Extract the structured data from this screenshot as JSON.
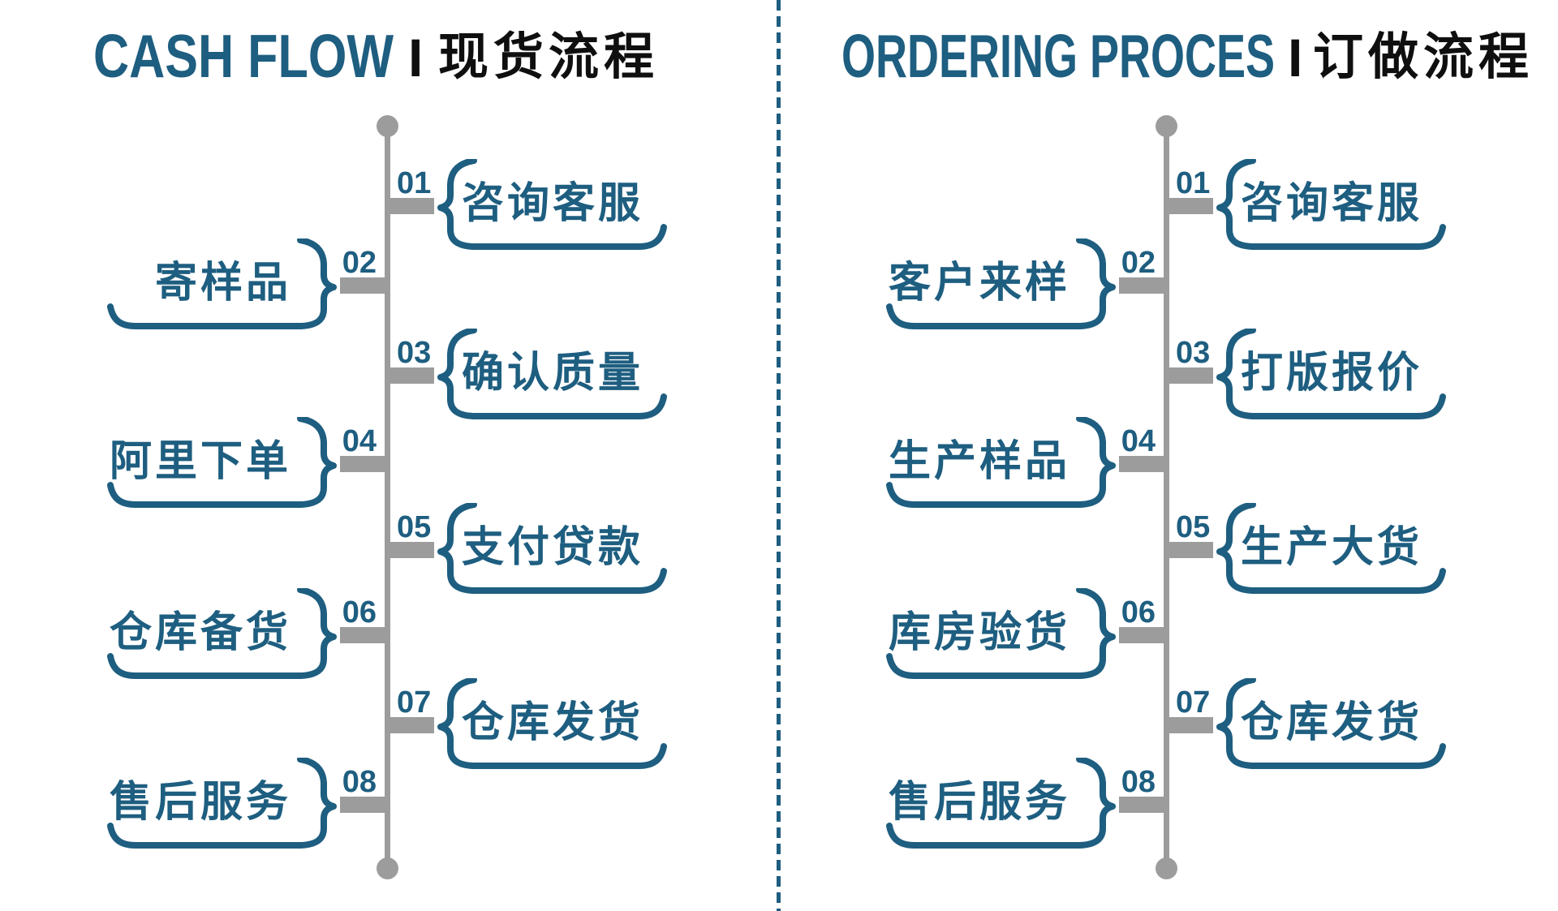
{
  "colors": {
    "accent_teal": "#1e5e80",
    "timeline_gray": "#9c9c9c",
    "title_black": "#0f0f0f",
    "background": "#ffffff"
  },
  "divider": {
    "style": "dashed-vertical-line",
    "color": "#1e5e80"
  },
  "panels": [
    {
      "id": "cash-flow",
      "title_en": "CASH FLOW",
      "title_sep": "I",
      "title_zh": "现货流程",
      "steps": [
        {
          "num": "01",
          "label": "咨询客服",
          "side": "right"
        },
        {
          "num": "02",
          "label": "寄样品",
          "side": "left"
        },
        {
          "num": "03",
          "label": "确认质量",
          "side": "right"
        },
        {
          "num": "04",
          "label": "阿里下单",
          "side": "left"
        },
        {
          "num": "05",
          "label": "支付贷款",
          "side": "right"
        },
        {
          "num": "06",
          "label": "仓库备货",
          "side": "left"
        },
        {
          "num": "07",
          "label": "仓库发货",
          "side": "right"
        },
        {
          "num": "08",
          "label": "售后服务",
          "side": "left"
        }
      ]
    },
    {
      "id": "ordering-process",
      "title_en": "ORDERING PROCES",
      "title_sep": "I",
      "title_zh": "订做流程",
      "steps": [
        {
          "num": "01",
          "label": "咨询客服",
          "side": "right"
        },
        {
          "num": "02",
          "label": "客户来样",
          "side": "left"
        },
        {
          "num": "03",
          "label": "打版报价",
          "side": "right"
        },
        {
          "num": "04",
          "label": "生产样品",
          "side": "left"
        },
        {
          "num": "05",
          "label": "生产大货",
          "side": "right"
        },
        {
          "num": "06",
          "label": "库房验货",
          "side": "left"
        },
        {
          "num": "07",
          "label": "仓库发货",
          "side": "right"
        },
        {
          "num": "08",
          "label": "售后服务",
          "side": "left"
        }
      ]
    }
  ]
}
